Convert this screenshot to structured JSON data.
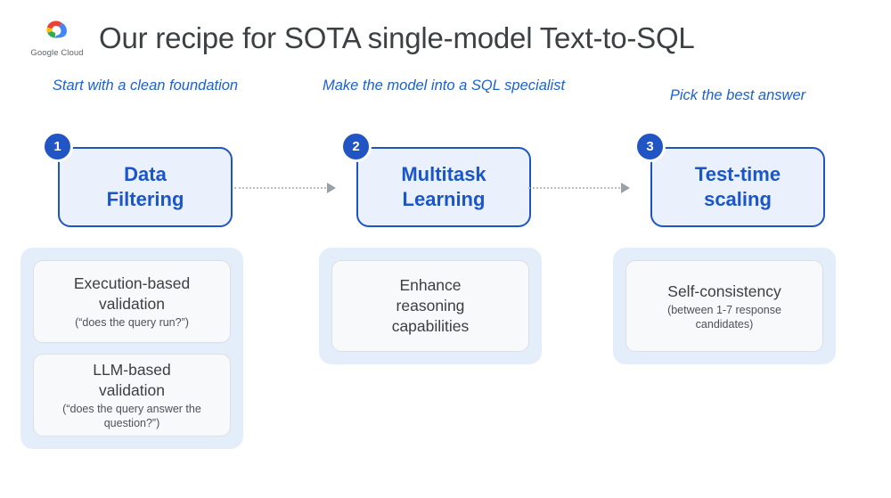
{
  "header": {
    "logo_name": "google-cloud-logo",
    "logo_text": "Google Cloud",
    "title": "Our recipe for SOTA single-model Text-to-SQL"
  },
  "colors": {
    "accent_blue": "#1a56c9",
    "badge_blue": "#2255c4",
    "step_card_fill": "#eaf1fc",
    "step_card_border": "#1f55c0",
    "panel_fill": "#e4eefb",
    "detail_card_fill": "#f8f9fa",
    "detail_card_border": "#dcdfe3",
    "connector_gray": "#bdbdbd",
    "arrow_gray": "#9aa0a6",
    "title_gray": "#3c4043"
  },
  "connectors": [
    {
      "name": "arrow-step1-to-step2",
      "style": "dotted-with-arrowhead"
    },
    {
      "name": "arrow-step2-to-step3",
      "style": "dotted-with-arrowhead"
    }
  ],
  "steps": [
    {
      "number": "1",
      "caption": "Start with\na clean foundation",
      "label": "Data\nFiltering",
      "details": [
        {
          "title": "Execution-based\nvalidation",
          "subtitle": "(“does the query run?”)"
        },
        {
          "title": "LLM-based\nvalidation",
          "subtitle": "(“does the query answer the\nquestion?”)"
        }
      ]
    },
    {
      "number": "2",
      "caption": "Make the model into a\nSQL specialist",
      "label": "Multitask\nLearning",
      "details": [
        {
          "title": "Enhance\nreasoning\ncapabilities",
          "subtitle": ""
        }
      ]
    },
    {
      "number": "3",
      "caption": "Pick the best answer",
      "label": "Test-time\nscaling",
      "details": [
        {
          "title": "Self-consistency",
          "subtitle": "(between 1-7 response\ncandidates)"
        }
      ]
    }
  ]
}
